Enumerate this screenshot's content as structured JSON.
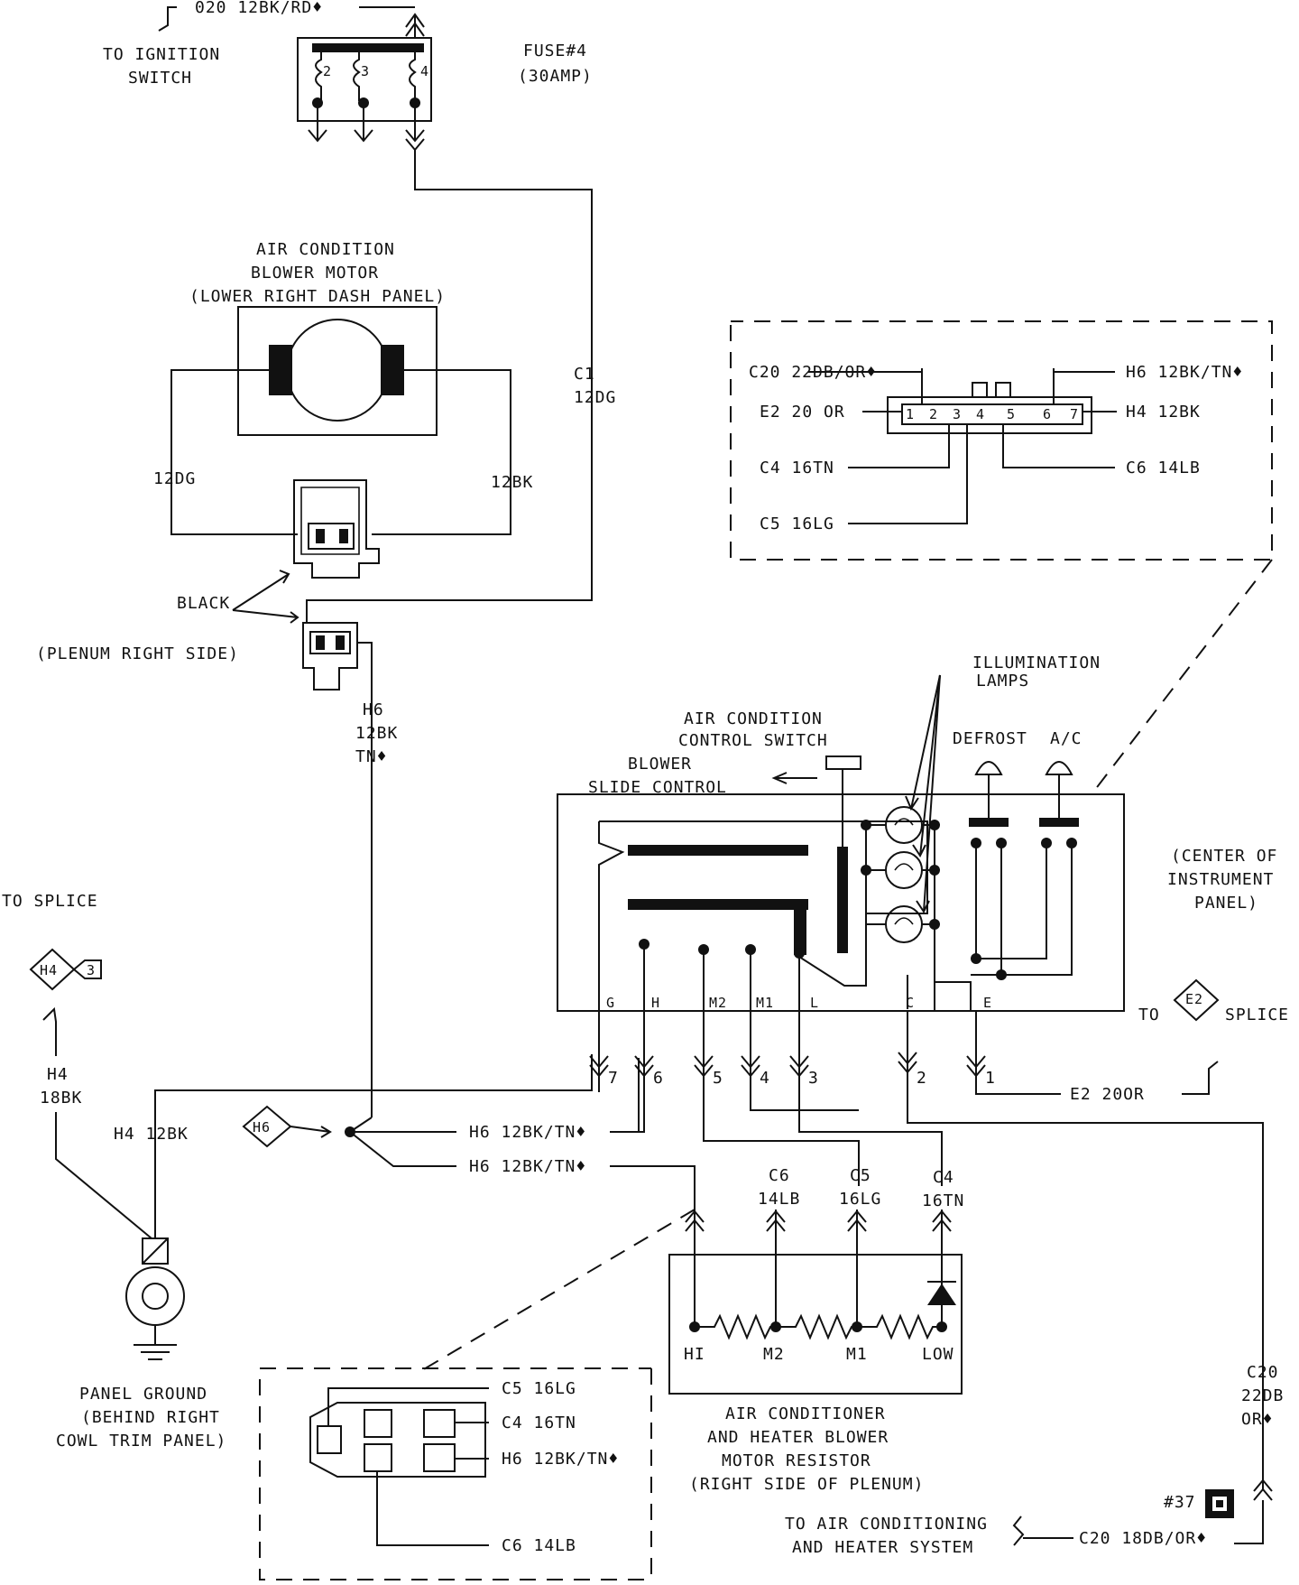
{
  "labels": {
    "ign_wire": "020 12BK/RD♦",
    "to_ignition_1": "TO IGNITION",
    "to_ignition_2": "SWITCH",
    "fuse_1": "FUSE#4",
    "fuse_2": "(30AMP)",
    "fuse_pin_2": "2",
    "fuse_pin_3": "3",
    "fuse_pin_4": "4",
    "motor_1": "AIR CONDITION",
    "motor_2": "BLOWER MOTOR",
    "motor_3": "(LOWER RIGHT DASH PANEL)",
    "c1_1": "C1",
    "c1_2": "12DG",
    "motor_left_wire": "12DG",
    "motor_right_wire": "12BK",
    "black": "BLACK",
    "plenum": "(PLENUM RIGHT SIDE)",
    "h6_1": "H6",
    "h6_2": "12BK",
    "h6_3": "TN♦",
    "to_splice_left": "TO SPLICE",
    "h4_diamond": "H4",
    "h4_num": "3",
    "h4_wire_1": "H4",
    "h4_wire_2": "18BK",
    "h4_12bk": "H4  12BK",
    "h6_diamond": "H6",
    "h6_branch_1": "H6  12BK/TN♦",
    "h6_branch_2": "H6  12BK/TN♦",
    "ground_1": "PANEL GROUND",
    "ground_2": "(BEHIND RIGHT",
    "ground_3": "COWL TRIM PANEL)",
    "conn_c20": "C20 22DB/OR♦",
    "conn_e2": "E2  20  OR",
    "conn_c4": "C4  16TN",
    "conn_c5": "C5  16LG",
    "conn_h6": "H6  12BK/TN♦",
    "conn_h4": "H4  12BK",
    "conn_c6": "C6  14LB",
    "pin_1": "1",
    "pin_2": "2",
    "pin_3": "3",
    "pin_4": "4",
    "pin_5": "5",
    "pin_6": "6",
    "pin_7": "7",
    "illum_1": "ILLUMINATION",
    "illum_2": "LAMPS",
    "ac_switch_1": "AIR CONDITION",
    "ac_switch_2": "CONTROL SWITCH",
    "blower_1": "BLOWER",
    "blower_2": "SLIDE CONTROL",
    "defrost": "DEFROST",
    "ac": "A/C",
    "center_1": "(CENTER OF",
    "center_2": "INSTRUMENT",
    "center_3": "PANEL)",
    "to_e2": "TO",
    "e2_diamond": "E2",
    "splice_right": "SPLICE",
    "sw_g": "G",
    "sw_h": "H",
    "sw_m2": "M2",
    "sw_m1": "M1",
    "sw_l": "L",
    "sw_c": "C",
    "sw_e": "E",
    "n7": "7",
    "n6": "6",
    "n5": "5",
    "n4": "4",
    "n3": "3",
    "n2": "2",
    "n1": "1",
    "e2_200r": "E2  20OR",
    "c6_1": "C6",
    "c6_2": "14LB",
    "c5_1": "C5",
    "c5_2": "16LG",
    "c4_1": "C4",
    "c4_2": "16TN",
    "res_hi": "HI",
    "res_m2": "M2",
    "res_m1": "M1",
    "res_low": "LOW",
    "resistor_1": "AIR CONDITIONER",
    "resistor_2": "AND HEATER BLOWER",
    "resistor_3": "MOTOR RESISTOR",
    "resistor_4": "(RIGHT SIDE OF PLENUM)",
    "c20_1": "C20",
    "c20_2": "22DB",
    "c20_3": "OR♦",
    "num_37": "#37",
    "to_ac_1": "TO AIR CONDITIONING",
    "to_ac_2": "AND HEATER SYSTEM",
    "c20_18": "C20  18DB/OR♦",
    "rconn_c5": "C5  16LG",
    "rconn_c4": "C4  16TN",
    "rconn_h6": "H6  12BK/TN♦",
    "rconn_c6": "C6  14LB"
  }
}
